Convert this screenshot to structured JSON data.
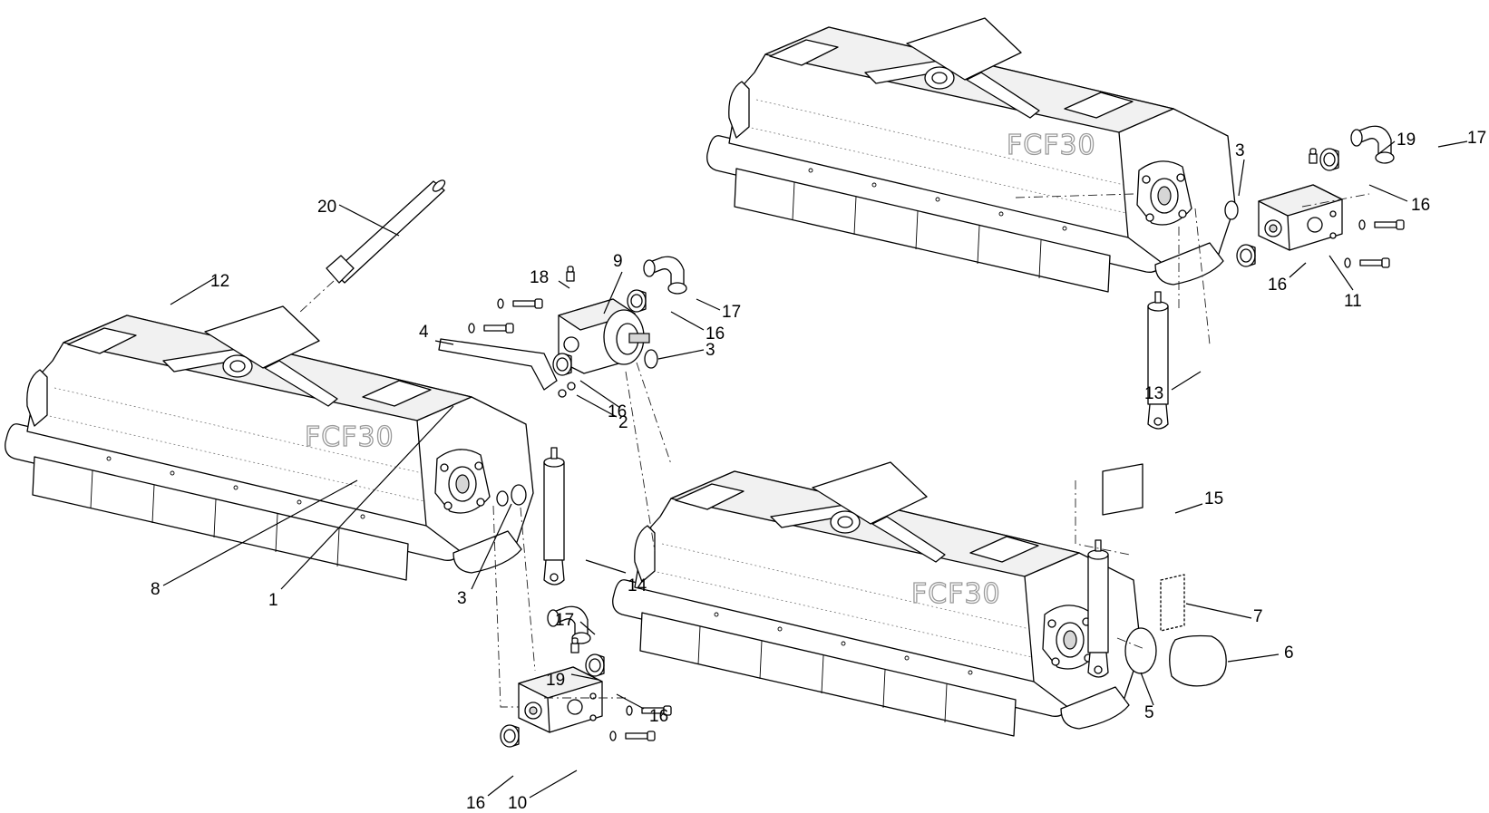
{
  "brand_mark": "FCF30",
  "callouts": [
    "1",
    "2",
    "3",
    "3",
    "3",
    "4",
    "5",
    "6",
    "7",
    "8",
    "9",
    "10",
    "11",
    "12",
    "13",
    "14",
    "15",
    "16",
    "16",
    "16",
    "16",
    "16",
    "16",
    "17",
    "17",
    "17",
    "18",
    "19",
    "19",
    "20"
  ]
}
